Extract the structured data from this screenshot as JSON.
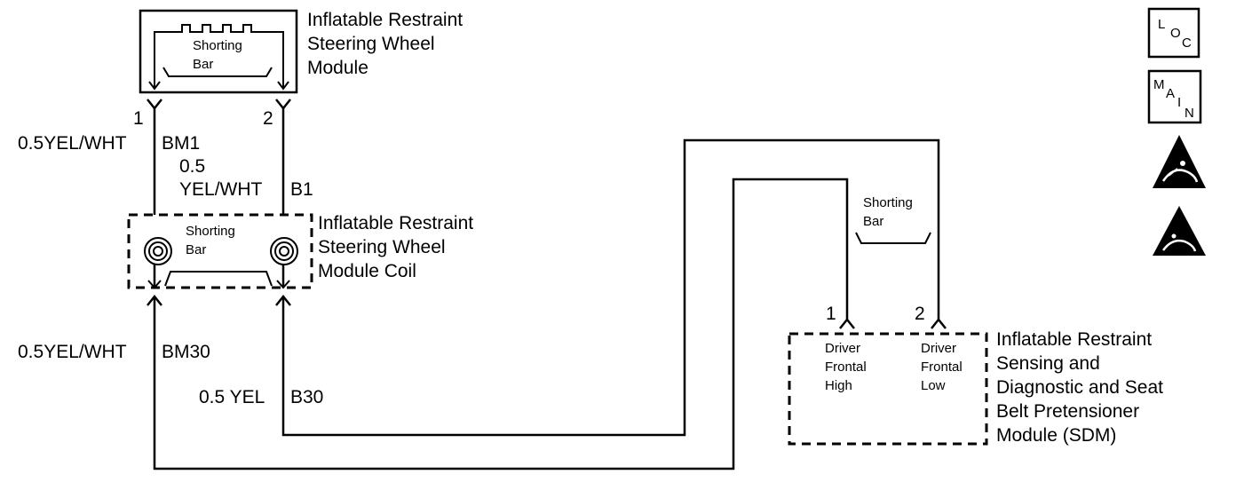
{
  "components": {
    "steering_wheel_module": {
      "name_lines": [
        "Inflatable Restraint",
        "Steering Wheel",
        "Module"
      ],
      "internal_label_lines": [
        "Shorting",
        "Bar"
      ]
    },
    "module_coil": {
      "name_lines": [
        "Inflatable Restraint",
        "Steering Wheel",
        "Module Coil"
      ],
      "internal_label_lines": [
        "Shorting",
        "Bar"
      ]
    },
    "sdm": {
      "name_lines": [
        "Inflatable Restraint",
        "Sensing and",
        "Diagnostic and Seat",
        "Belt Pretensioner",
        "Module  (SDM)"
      ],
      "shorting_bar_lines": [
        "Shorting",
        "Bar"
      ],
      "pin1": {
        "number": "1",
        "label_lines": [
          "Driver",
          "Frontal",
          "High"
        ]
      },
      "pin2": {
        "number": "2",
        "label_lines": [
          "Driver",
          "Frontal",
          "Low"
        ]
      }
    }
  },
  "module_pins": {
    "pin1": "1",
    "pin2": "2"
  },
  "wires": {
    "bm1": {
      "gauge_color": "0.5YEL/WHT",
      "circuit": "BM1"
    },
    "b1": {
      "gauge": "0.5",
      "color": "YEL/WHT",
      "circuit": "B1"
    },
    "bm30": {
      "gauge_color": "0.5YEL/WHT",
      "circuit": "BM30"
    },
    "b30": {
      "gauge_color": "0.5 YEL",
      "circuit": "B30"
    }
  },
  "legend_icons": [
    {
      "name": "loc-icon",
      "letters": [
        "L",
        "O",
        "C"
      ]
    },
    {
      "name": "main-icon",
      "letters": [
        "M",
        "A",
        "I",
        "N"
      ]
    },
    {
      "name": "esd-hand-icon"
    },
    {
      "name": "esd-warning-icon"
    }
  ]
}
